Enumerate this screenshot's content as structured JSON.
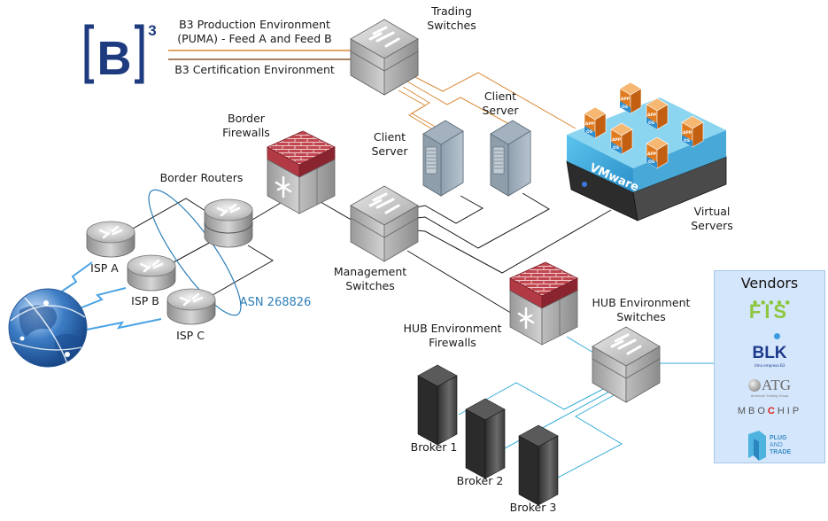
{
  "logo": {
    "name": "B3",
    "letter": "B",
    "superscript": "3",
    "color": "#1d3b7e"
  },
  "feeds": {
    "production": "B3 Production Environment\n(PUMA) - Feed A and Feed B",
    "production_line1": "B3 Production Environment",
    "production_line2": "(PUMA) - Feed A and Feed B",
    "certification": "B3 Certification Environment"
  },
  "nodes": {
    "trading_switches": {
      "line1": "Trading",
      "line2": "Switches"
    },
    "client_server_1": {
      "line1": "Client",
      "line2": "Server"
    },
    "client_server_2": {
      "line1": "Client",
      "line2": "Server"
    },
    "virtual_servers": {
      "line1": "Virtual",
      "line2": "Servers",
      "platform": "VMware",
      "vm_app": "APP",
      "vm_os": "OS"
    },
    "border_firewalls": {
      "line1": "Border",
      "line2": "Firewalls"
    },
    "border_routers": {
      "label": "Border Routers"
    },
    "isp_a": {
      "label": "ISP A"
    },
    "isp_b": {
      "label": "ISP B"
    },
    "isp_c": {
      "label": "ISP C"
    },
    "asn": {
      "label": "ASN 268826"
    },
    "management_switches": {
      "line1": "Management",
      "line2": "Switches"
    },
    "hub_firewalls": {
      "line1": "HUB Environment",
      "line2": "Firewalls"
    },
    "hub_switches": {
      "line1": "HUB Environment",
      "line2": "Switches"
    },
    "broker_1": {
      "label": "Broker 1"
    },
    "broker_2": {
      "label": "Broker 2"
    },
    "broker_3": {
      "label": "Broker 3"
    }
  },
  "vendors": {
    "title": "Vendors",
    "items": [
      {
        "name": "FIS",
        "text": "FIS"
      },
      {
        "name": "BLK",
        "text": "BLK",
        "subtitle": "Uma empresa B3"
      },
      {
        "name": "ATG",
        "text": "ATG",
        "subtitle": "American Trading Group"
      },
      {
        "name": "MBOCHIP",
        "text_pre": "MBO",
        "text_accent": "C",
        "text_post": "HIP"
      },
      {
        "name": "Plug and Trade",
        "line1": "PLUG",
        "line2": "AND",
        "line3": "TRADE"
      }
    ]
  },
  "colors": {
    "orange_link": "#d98b3a",
    "brown_link": "#8a5a2b",
    "black_link": "#1a1a1a",
    "cyan_link": "#3aaed8",
    "asn_blue": "#2e7fb8",
    "firewall_red": "#b5323e",
    "vendor_panel": "#d4e6fb"
  }
}
